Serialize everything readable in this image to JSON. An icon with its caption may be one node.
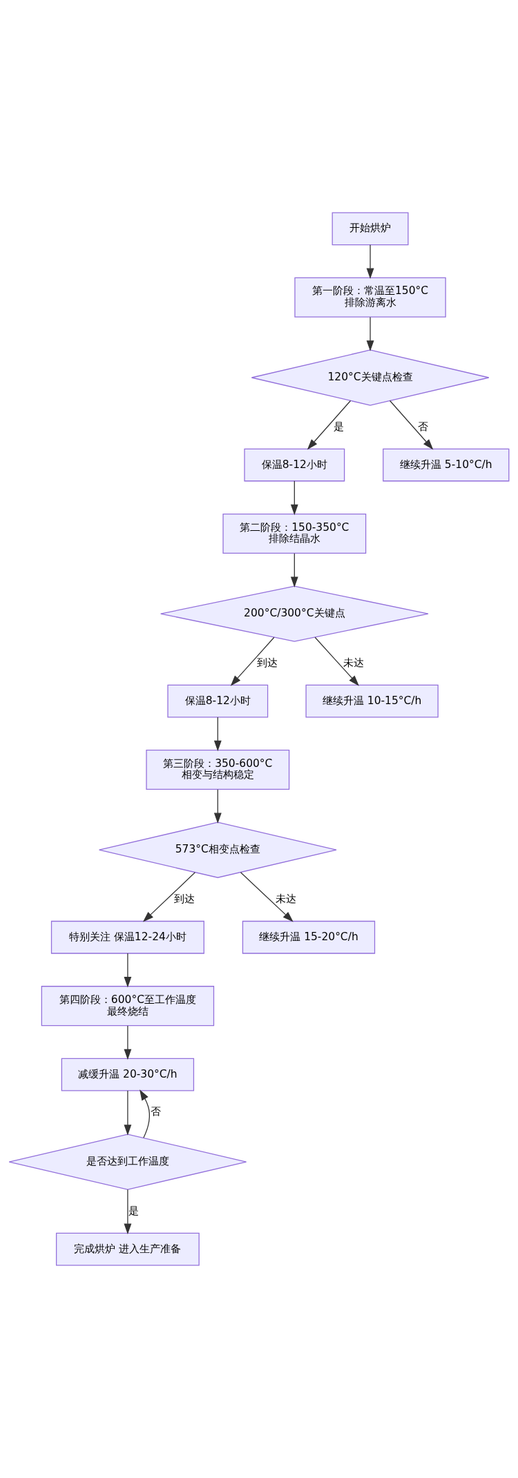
{
  "diagram": {
    "nodes": [
      {
        "text": [
          "开始烘炉"
        ]
      },
      {
        "text": [
          "第一阶段：常温至150°C",
          "排除游离水"
        ]
      },
      {
        "text": [
          "120°C关键点检查"
        ]
      },
      {
        "text": [
          "保温8-12小时"
        ]
      },
      {
        "text": [
          "继续升温 5-10°C/h"
        ]
      },
      {
        "text": [
          "第二阶段：150-350°C",
          "排除结晶水"
        ]
      },
      {
        "text": [
          "200°C/300°C关键点"
        ]
      },
      {
        "text": [
          "保温8-12小时"
        ]
      },
      {
        "text": [
          "继续升温 10-15°C/h"
        ]
      },
      {
        "text": [
          "第三阶段：350-600°C",
          "相变与结构稳定"
        ]
      },
      {
        "text": [
          "573°C相变点检查"
        ]
      },
      {
        "text": [
          "特别关注 保温12-24小时"
        ]
      },
      {
        "text": [
          "继续升温 15-20°C/h"
        ]
      },
      {
        "text": [
          "第四阶段：600°C至工作温度",
          "最终烧结"
        ]
      },
      {
        "text": [
          "减缓升温 20-30°C/h"
        ]
      },
      {
        "text": [
          "是否达到工作温度"
        ]
      },
      {
        "text": [
          "完成烘炉 进入生产准备"
        ]
      }
    ],
    "edges": [
      {
        "from": 0,
        "to": 1,
        "arrow": "to"
      },
      {
        "from": 1,
        "to": 2,
        "arrow": "to"
      },
      {
        "from": 2,
        "to": 3,
        "arrow": "to",
        "label": "是"
      },
      {
        "from": 2,
        "to": 4,
        "arrow": "to",
        "label": "否"
      },
      {
        "from": 3,
        "to": 5,
        "arrow": "to"
      },
      {
        "from": 5,
        "to": 6,
        "arrow": "to"
      },
      {
        "from": 6,
        "to": 7,
        "arrow": "to",
        "label": "到达"
      },
      {
        "from": 6,
        "to": 8,
        "arrow": "to",
        "label": "未达"
      },
      {
        "from": 7,
        "to": 9,
        "arrow": "to"
      },
      {
        "from": 9,
        "to": 10,
        "arrow": "to"
      },
      {
        "from": 10,
        "to": 11,
        "arrow": "to",
        "label": "到达"
      },
      {
        "from": 10,
        "to": 12,
        "arrow": "to",
        "label": "未达"
      },
      {
        "from": 11,
        "to": 13,
        "arrow": "to"
      },
      {
        "from": 13,
        "to": 14,
        "arrow": "to"
      },
      {
        "from": 14,
        "to": 15,
        "arrow": "to"
      },
      {
        "from": 15,
        "to": 14,
        "arrow": "to",
        "label": "否"
      },
      {
        "from": 15,
        "to": 16,
        "arrow": "to",
        "label": "是"
      }
    ]
  }
}
